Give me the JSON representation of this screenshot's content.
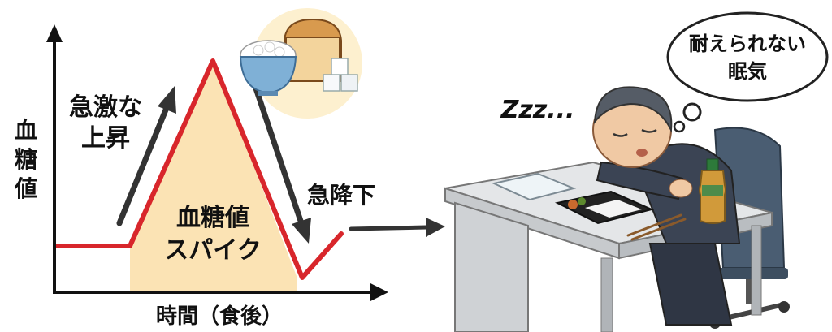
{
  "chart": {
    "y_axis_label": "血糖値",
    "x_axis_label": "時間（食後）",
    "spike_label_line1": "血糖値",
    "spike_label_line2": "スパイク",
    "rise_label_line1": "急激な",
    "rise_label_line2": "上昇",
    "fall_label": "急降下"
  },
  "scene": {
    "thought_line1": "耐えられない",
    "thought_line2": "眠気",
    "snore_text": "Zzz..."
  },
  "colors": {
    "curve": "#d8262b",
    "spike_fill": "#fbe3b4",
    "arrow": "#333333",
    "desk": "#d9dbdd",
    "suit": "#3b4454"
  },
  "icons": [
    "rice-bowl-icon",
    "bread-icon",
    "sugar-cubes-icon"
  ]
}
